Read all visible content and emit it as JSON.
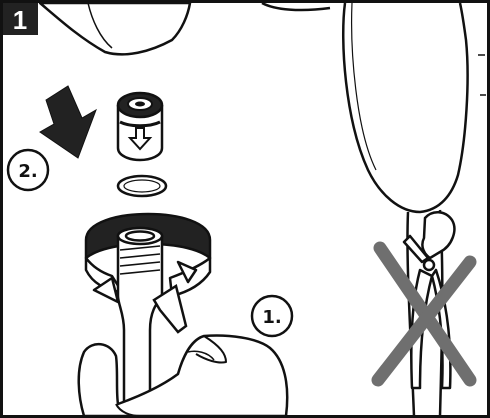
{
  "figure": {
    "panel_number": "1",
    "step_labels": {
      "first": "1.",
      "second": "2."
    },
    "icons": {
      "down_arrow": "arrow-down-icon",
      "aerator": "aerator-icon",
      "washer": "washer-icon",
      "prohibited_pliers": "pliers-crossed-icon"
    },
    "colors": {
      "ink": "#111111",
      "badge": "#222222",
      "cross": "#6f6f6f",
      "paper": "#ffffff"
    }
  }
}
